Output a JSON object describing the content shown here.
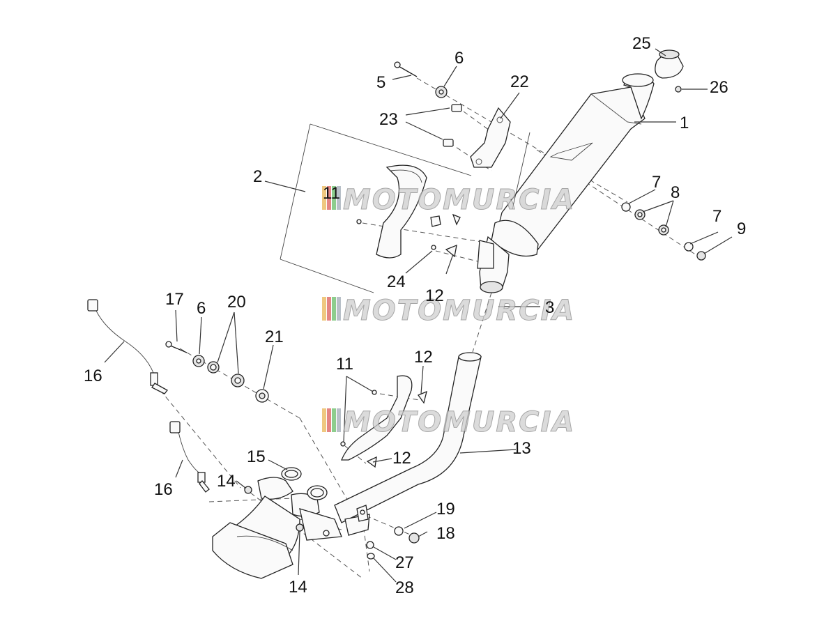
{
  "callouts": [
    {
      "id": "1",
      "text": "1"
    },
    {
      "id": "2",
      "text": "2"
    },
    {
      "id": "3",
      "text": "3"
    },
    {
      "id": "5",
      "text": "5"
    },
    {
      "id": "6a",
      "text": "6"
    },
    {
      "id": "6b",
      "text": "6"
    },
    {
      "id": "7a",
      "text": "7"
    },
    {
      "id": "7b",
      "text": "7"
    },
    {
      "id": "8",
      "text": "8"
    },
    {
      "id": "9",
      "text": "9"
    },
    {
      "id": "11a",
      "text": "11"
    },
    {
      "id": "11b",
      "text": "11"
    },
    {
      "id": "12a",
      "text": "12"
    },
    {
      "id": "12b",
      "text": "12"
    },
    {
      "id": "12c",
      "text": "12"
    },
    {
      "id": "13",
      "text": "13"
    },
    {
      "id": "14a",
      "text": "14"
    },
    {
      "id": "14b",
      "text": "14"
    },
    {
      "id": "15",
      "text": "15"
    },
    {
      "id": "16a",
      "text": "16"
    },
    {
      "id": "16b",
      "text": "16"
    },
    {
      "id": "17",
      "text": "17"
    },
    {
      "id": "18",
      "text": "18"
    },
    {
      "id": "19",
      "text": "19"
    },
    {
      "id": "20",
      "text": "20"
    },
    {
      "id": "21",
      "text": "21"
    },
    {
      "id": "22",
      "text": "22"
    },
    {
      "id": "23",
      "text": "23"
    },
    {
      "id": "24",
      "text": "24"
    },
    {
      "id": "25",
      "text": "25"
    },
    {
      "id": "26",
      "text": "26"
    },
    {
      "id": "27",
      "text": "27"
    },
    {
      "id": "28",
      "text": "28"
    }
  ],
  "watermark": {
    "text": "MOTOMURCIA",
    "stripe_colors": [
      "#e8b04a",
      "#d9534f",
      "#5cb85c",
      "#9aa5b1"
    ]
  }
}
